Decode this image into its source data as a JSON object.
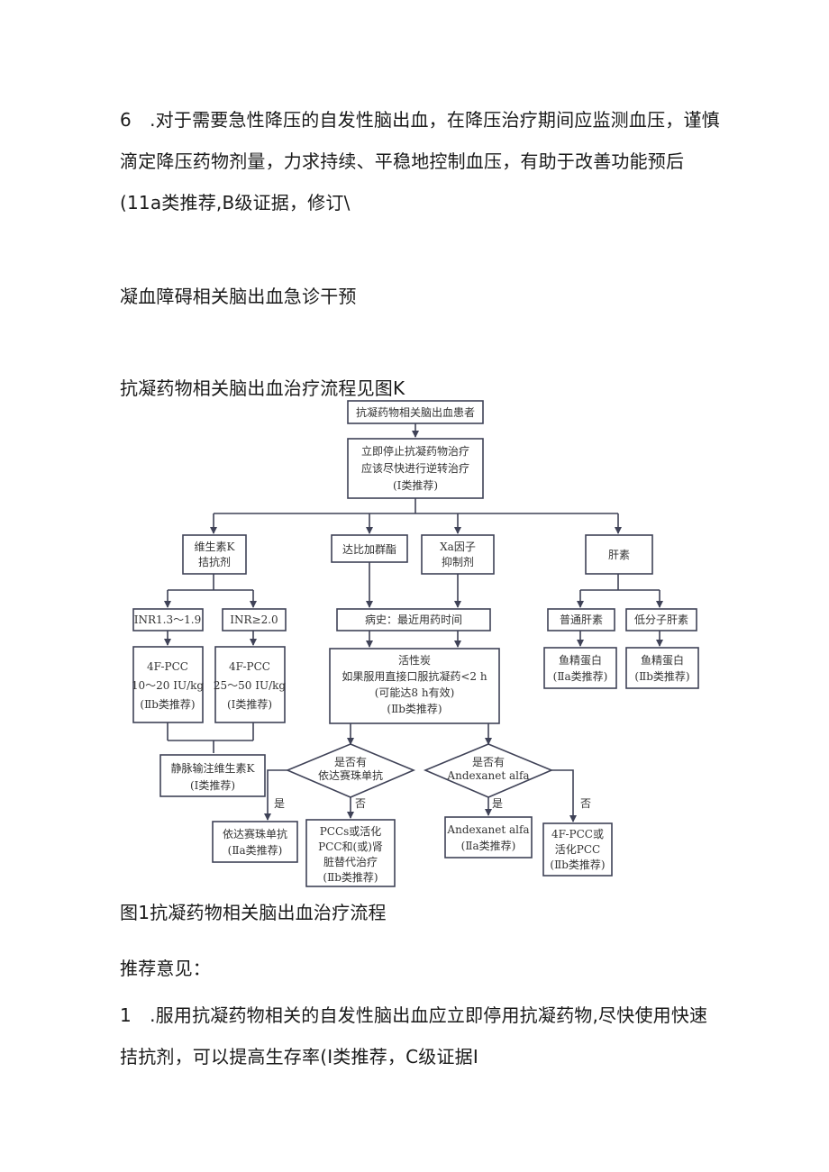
{
  "para6": "6　.对于需要急性降压的自发性脑出血，在降压治疗期间应监测血压，谨慎滴定降压药物剂量，力求持续、平稳地控制血压，有助于改善功能预后(11a类推荐,B级证据，修订\\",
  "heading": "凝血障碍相关脑出血急诊干预",
  "flow_title": "抗凝药物相关脑出血治疗流程见图K",
  "flow": {
    "root": "抗凝药物相关脑出血患者",
    "stop": [
      "立即停止抗凝药物治疗",
      "应该尽快进行逆转治疗",
      "(Ⅰ类推荐)"
    ],
    "vitk": [
      "维生素K",
      "拮抗剂"
    ],
    "dabi": "达比加群酯",
    "xa": [
      "Xa因子",
      "抑制剂"
    ],
    "heparin": "肝素",
    "inr1": "INR1.3～1.9",
    "inr2": "INR≥2.0",
    "history": "病史：最近用药时间",
    "ufh": "普通肝素",
    "lmwh": "低分子肝素",
    "pcc1": [
      "4F-PCC",
      "10～20 IU/kg",
      "(Ⅱb类推荐)"
    ],
    "pcc2": [
      "4F-PCC",
      "25～50 IU/kg",
      "(Ⅰ类推荐)"
    ],
    "charcoal": [
      "活性炭",
      "如果服用直接口服抗凝药<2 h",
      "(可能达8 h有效)",
      "(Ⅱb类推荐)"
    ],
    "prot1": [
      "鱼精蛋白",
      "(Ⅱa类推荐)"
    ],
    "prot2": [
      "鱼精蛋白",
      "(Ⅱb类推荐)"
    ],
    "ivvk": [
      "静脉输注维生素K",
      "(Ⅰ类推荐)"
    ],
    "q1": [
      "是否有",
      "依达赛珠单抗"
    ],
    "q2": [
      "是否有",
      "Andexanet alfa"
    ],
    "yes": "是",
    "no": "否",
    "ida": [
      "依达赛珠单抗",
      "(Ⅱa类推荐)"
    ],
    "pccs": [
      "PCCs或活化",
      "PCC和(或)肾",
      "脏替代治疗",
      "(Ⅱb类推荐)"
    ],
    "andex": [
      "Andexanet alfa",
      "(Ⅱa类推荐)"
    ],
    "pcc4f": [
      "4F-PCC或",
      "活化PCC",
      "(Ⅱb类推荐)"
    ]
  },
  "caption": "图1抗凝药物相关脑出血治疗流程",
  "recommend": "推荐意见：",
  "rec1": "1　.服用抗凝药物相关的自发性脑出血应立即停用抗凝药物,尽快使用快速拮抗剂，可以提高生存率(Ⅰ类推荐，C级证据Ⅰ"
}
